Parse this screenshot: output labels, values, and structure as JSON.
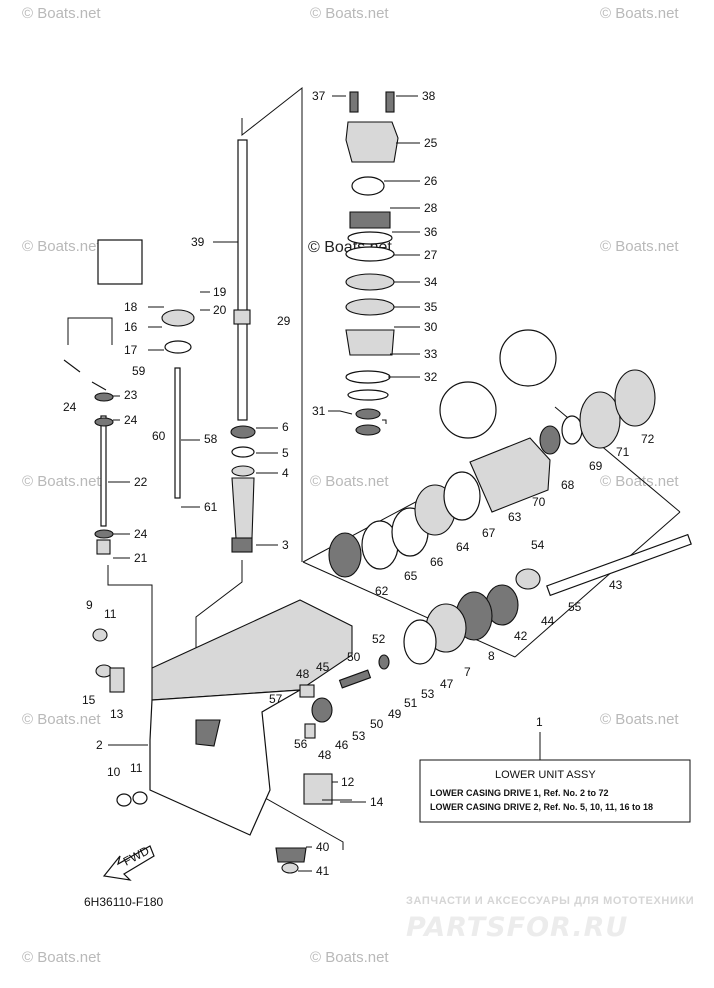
{
  "watermarks": [
    "© Boats.net",
    "© Boats.net",
    "© Boats.net",
    "© Boats.net",
    "© Boats.net",
    "© Boats.net",
    "© Boats.net",
    "© Boats.net",
    "© Boats.net",
    "© Boats.net",
    "© Boats.net",
    "© Boats.net"
  ],
  "center_watermark": "© Boats.net",
  "diagram_code": "6H36110-F180",
  "fwd_label": "FWD",
  "brand": {
    "tagline": "ЗАПЧАСТИ И АКСЕССУАРЫ ДЛЯ МОТОТЕХНИКИ",
    "logo_text": "PARTSFOR.RU"
  },
  "legend": {
    "ref": "1",
    "title": "LOWER UNIT ASSY",
    "lines": [
      "LOWER CASING DRIVE 1,   Ref. No. 2 to 72",
      "LOWER CASING DRIVE 2,   Ref. No. 5, 10, 11, 16 to 18"
    ]
  },
  "callouts": {
    "n37": "37",
    "n38": "38",
    "n25": "25",
    "n26": "26",
    "n28": "28",
    "n36": "36",
    "n27": "27",
    "n34": "34",
    "n35": "35",
    "n30": "30",
    "n33": "33",
    "n32": "32",
    "n31": "31",
    "n39": "39",
    "n19": "19",
    "n20": "20",
    "n18": "18",
    "n16": "16",
    "n29": "29",
    "n17": "17",
    "n59": "59",
    "n23": "23",
    "n24a": "24",
    "n24b": "24",
    "n60": "60",
    "n58": "58",
    "n6": "6",
    "n5": "5",
    "n4": "4",
    "n22": "22",
    "n61": "61",
    "n24c": "24",
    "n21": "21",
    "n3": "3",
    "n9": "9",
    "n11a": "11",
    "n15": "15",
    "n13": "13",
    "n2": "2",
    "n10": "10",
    "n11b": "11",
    "n12": "12",
    "n14": "14",
    "n40": "40",
    "n41": "41",
    "n45": "45",
    "n50a": "50",
    "n52": "52",
    "n57": "57",
    "n48a": "48",
    "n56": "56",
    "n48b": "48",
    "n46": "46",
    "n53a": "53",
    "n50b": "50",
    "n49": "49",
    "n51": "51",
    "n53b": "53",
    "n47": "47",
    "n7": "7",
    "n8": "8",
    "n42": "42",
    "n44": "44",
    "n55": "55",
    "n43": "43",
    "n54": "54",
    "n62": "62",
    "n65": "65",
    "n66": "66",
    "n64": "64",
    "n67": "67",
    "n63": "63",
    "n70": "70",
    "n68": "68",
    "n69a": "69",
    "n69b": "69",
    "n71": "71",
    "n72": "72"
  }
}
